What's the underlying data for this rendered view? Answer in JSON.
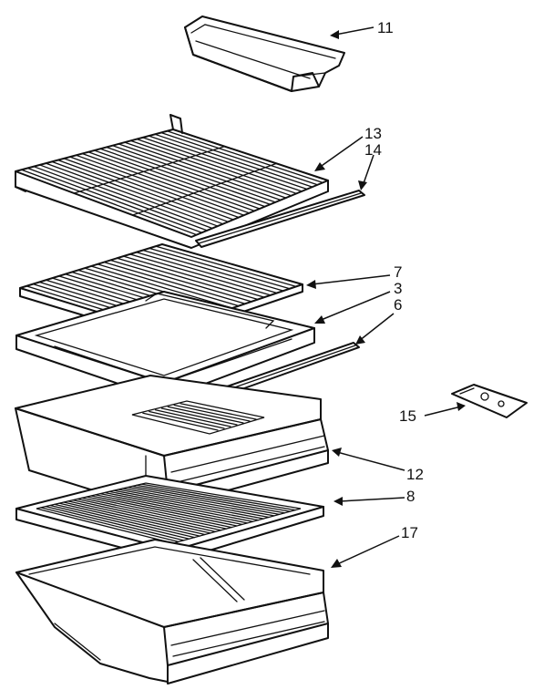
{
  "callouts": [
    {
      "id": "c11",
      "text": "11",
      "part": "door bin / dairy tray"
    },
    {
      "id": "c13",
      "text": "13",
      "part": "upper wire shelf"
    },
    {
      "id": "c14",
      "text": "14",
      "part": "shelf trim strip"
    },
    {
      "id": "c7",
      "text": "7",
      "part": "glass crisper cover"
    },
    {
      "id": "c3",
      "text": "3",
      "part": "crisper cover frame"
    },
    {
      "id": "c6",
      "text": "6",
      "part": "frame trim strip"
    },
    {
      "id": "c15",
      "text": "15",
      "part": "humidity control"
    },
    {
      "id": "c12",
      "text": "12",
      "part": "crisper drawer"
    },
    {
      "id": "c8",
      "text": "8",
      "part": "lower glass shelf"
    },
    {
      "id": "c17",
      "text": "17",
      "part": "meat / deli drawer"
    }
  ]
}
